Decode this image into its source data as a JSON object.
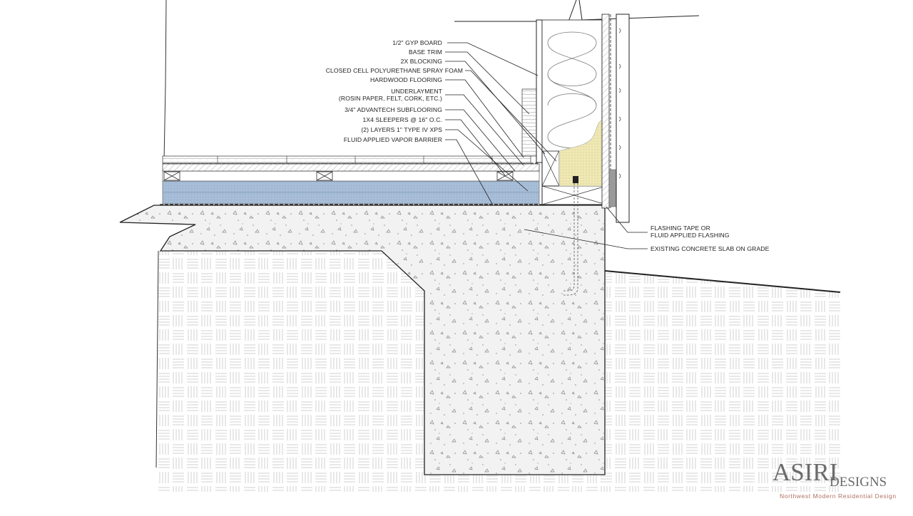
{
  "callouts_left": [
    {
      "id": "gyp",
      "text": "1/2\" GYP BOARD"
    },
    {
      "id": "base-trim",
      "text": "BASE TRIM"
    },
    {
      "id": "blocking",
      "text": "2X BLOCKING"
    },
    {
      "id": "spray-foam",
      "text": "CLOSED CELL POLYURETHANE SPRAY FOAM"
    },
    {
      "id": "hardwood",
      "text": "HARDWOOD FLOORING"
    },
    {
      "id": "underlayment",
      "text": "UNDERLAYMENT"
    },
    {
      "id": "underlayment-note",
      "text": "(ROSIN PAPER, FELT, CORK, ETC.)"
    },
    {
      "id": "subfloor",
      "text": "3/4\" ADVANTECH SUBFLOORING"
    },
    {
      "id": "sleepers",
      "text": "1X4 SLEEPERS @ 16\" O.C."
    },
    {
      "id": "xps",
      "text": "(2) LAYERS 1\" TYPE IV XPS"
    },
    {
      "id": "vapor",
      "text": "FLUID APPLIED VAPOR BARRIER"
    }
  ],
  "callouts_right": [
    {
      "id": "flashing-1",
      "text": "FLASHING TAPE OR"
    },
    {
      "id": "flashing-2",
      "text": "FLUID APPLIED FLASHING"
    },
    {
      "id": "slab",
      "text": "EXISTING CONCRETE SLAB ON GRADE"
    }
  ],
  "brand": {
    "name": "ASIRI",
    "suffix": "DESIGNS",
    "tagline": "Northwest  Modern  Residential  Design"
  },
  "colors": {
    "xps": "#a9bfd9",
    "spray_foam": "#efe8b4",
    "concrete": "#f2f2f2",
    "linework": "#222222",
    "brand_text": "#6b6b6b",
    "brand_tagline": "#b07060"
  }
}
